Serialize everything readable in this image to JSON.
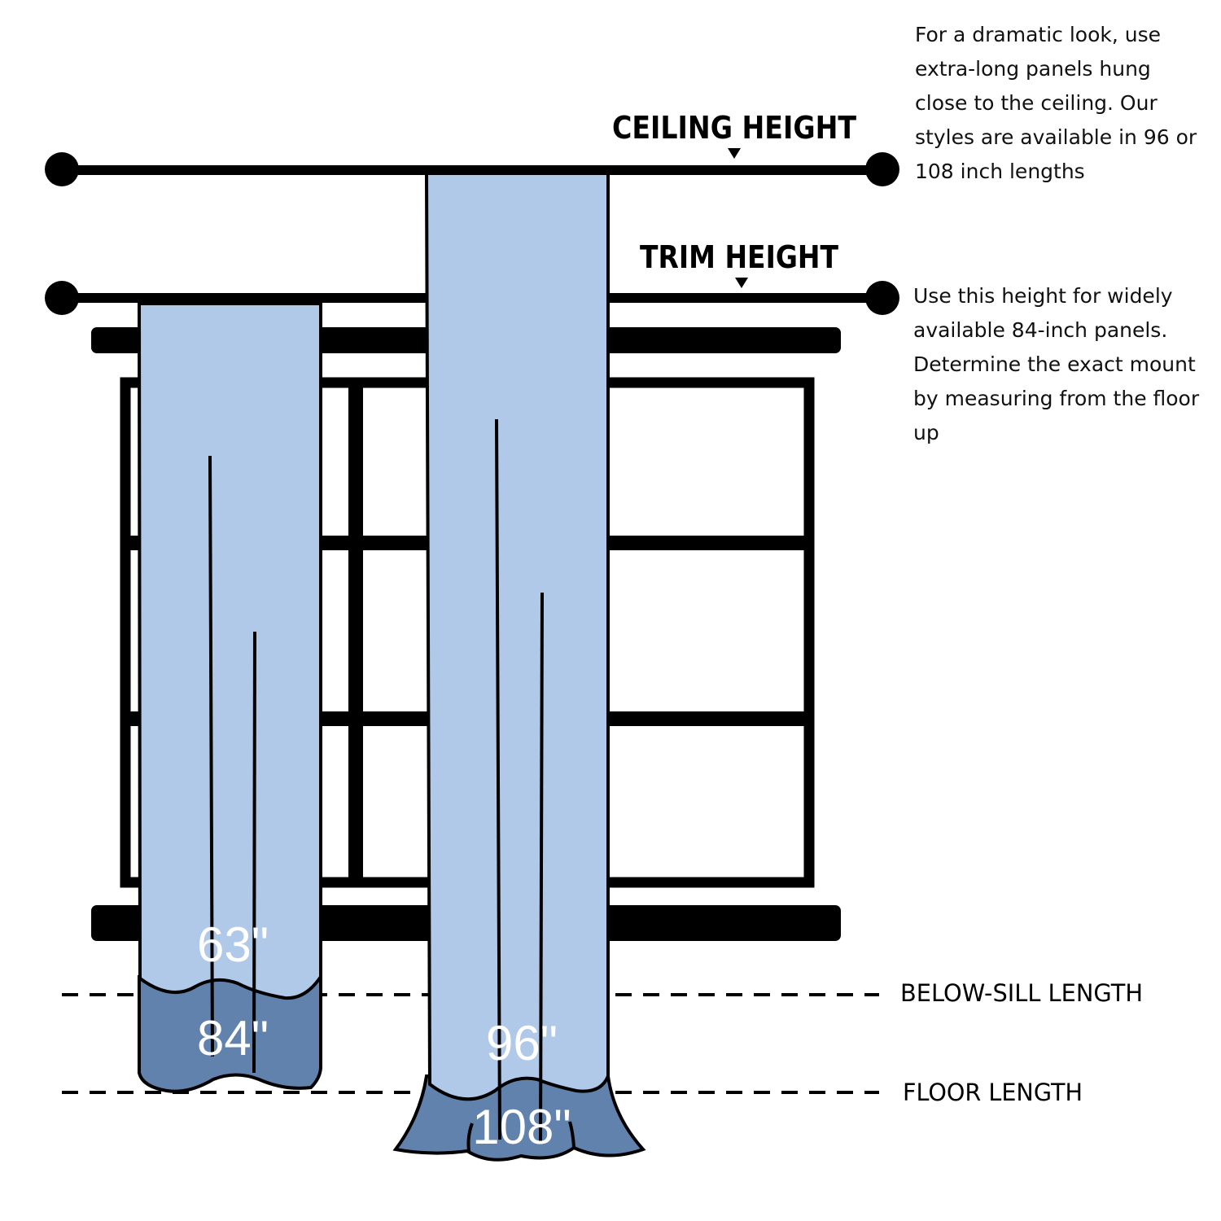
{
  "headings": {
    "ceiling": "CEILING HEIGHT",
    "trim": "TRIM HEIGHT"
  },
  "captions": {
    "ceiling": "For a dramatic look, use extra-long panels hung close to the ceiling. Our styles are available in 96 or 108 inch lengths",
    "trim": "Use this height for widely available 84-inch panels. Determine the exact mount by measuring from the floor up"
  },
  "lengths": {
    "below_sill": "BELOW-SILL LENGTH",
    "floor": "FLOOR LENGTH"
  },
  "panel_sizes": {
    "short_upper": "63\"",
    "short_lower": "84\"",
    "long_upper": "96\"",
    "long_lower": "108\""
  },
  "colors": {
    "panel_light": "#b0c9e8",
    "panel_dark": "#6082ad",
    "line": "#000000"
  }
}
